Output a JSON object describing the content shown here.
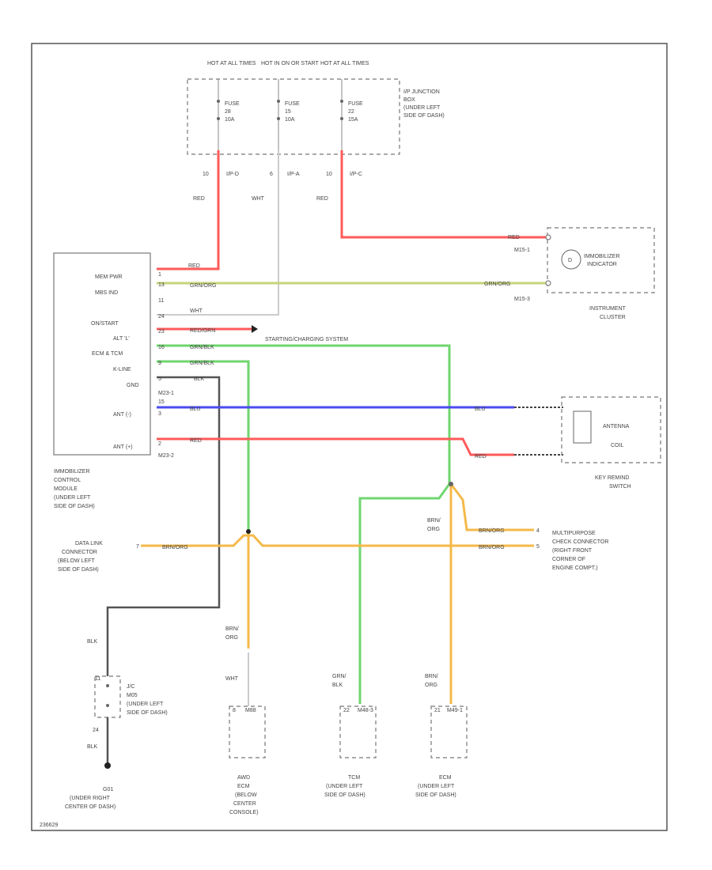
{
  "colors": {
    "red": "#ff5a5a",
    "white_wire": "#cccccc",
    "grn_org": "#c8d47a",
    "blu": "#4b4bf0",
    "grn_blk": "#6fd66f",
    "brn_org": "#f5b94a",
    "blk": "#555555"
  },
  "top": {
    "hot1": "HOT AT ALL TIMES",
    "hot2": "HOT IN ON OR START",
    "hot3": "HOT AT ALL TIMES",
    "fuse1": [
      "FUSE",
      "28",
      "10A"
    ],
    "fuse2": [
      "FUSE",
      "15",
      "10A"
    ],
    "fuse3": [
      "FUSE",
      "22",
      "15A"
    ],
    "junction": [
      "I/P JUNCTION",
      "BOX",
      "(UNDER LEFT",
      "SIDE OF DASH)"
    ],
    "pin1": "10",
    "conn1": "I/P-D",
    "pin2": "6",
    "conn2": "I/P-A",
    "pin3": "10",
    "conn3": "I/P-C",
    "wire1": "RED",
    "wire2": "WHT",
    "wire3": "RED"
  },
  "module": {
    "pins": [
      "MEM PWR",
      "MBS IND",
      "",
      "ON/START",
      "ALT 'L'",
      "ECM & TCM",
      "K-LINE",
      "GND",
      "",
      "ANT (-)",
      "",
      "ANT (+)"
    ],
    "nums": [
      "1",
      "13",
      "11",
      "24",
      "23",
      "16",
      "9",
      "5",
      "15",
      "3",
      "",
      "2"
    ],
    "wires": [
      "RED",
      "GRN/ORG",
      "",
      "WHT",
      "RED/GRN",
      "GRN/BLK",
      "GRN/BLK",
      "BLK"
    ],
    "connector_top": "M23-1",
    "connector_bot": "M23-2",
    "ant_neg_wire": "BLU",
    "ant_pos_wire": "RED",
    "name": [
      "IMMOBILIZER",
      "CONTROL",
      "MODULE",
      "(UNDER LEFT",
      "SIDE OF DASH)"
    ]
  },
  "cluster": {
    "wire_red": "RED",
    "wire_grn": "GRN/ORG",
    "conn1": "M15-1",
    "conn2": "M15-3",
    "indicator": [
      "IMMOBILIZER",
      "INDICATOR"
    ],
    "name": [
      "INSTRUMENT",
      "CLUSTER"
    ]
  },
  "starting": "STARTING/CHARGING SYSTEM",
  "antenna": {
    "wire_blu": "BLU",
    "wire_red": "RED",
    "coil": [
      "ANTENNA",
      "COIL"
    ],
    "name": [
      "KEY REMIND",
      "SWITCH"
    ]
  },
  "dlc": {
    "pin": "7",
    "wire": "BRN/ORG",
    "name": [
      "DATA LINK",
      "CONNECTOR",
      "(BELOW LEFT",
      "SIDE OF DASH)"
    ]
  },
  "multipurpose": {
    "wire": "BRN/ORG",
    "wire2": "BRN/ORG",
    "pin1": "4",
    "pin2": "5",
    "splice_label": [
      "BRN/",
      "ORG"
    ],
    "name": [
      "MULTIPURPOSE",
      "CHECK CONNECTOR",
      "(RIGHT FRONT",
      "CORNER OF",
      "ENGINE COMPT.)"
    ]
  },
  "ground": {
    "wire_top": "BLK",
    "pins": [
      "11",
      "24"
    ],
    "jc": [
      "J/C",
      "M05",
      "(UNDER LEFT",
      "SIDE OF DASH)"
    ],
    "wire_bot": "BLK",
    "g": [
      "G01",
      "(UNDER RIGHT",
      "CENTER OF DASH)"
    ]
  },
  "bottom": {
    "absecm": {
      "wire1": [
        "BRN/",
        "ORG"
      ],
      "wire2": "WHT",
      "pin": "8",
      "conn": "M88",
      "name": [
        "AWD",
        "ECM",
        "(BELOW",
        "CENTER",
        "CONSOLE)"
      ]
    },
    "tcm": {
      "wire": [
        "GRN/",
        "BLK"
      ],
      "pin": "22",
      "conn": "M48-3",
      "name": [
        "TCM",
        "(UNDER LEFT",
        "SIDE OF DASH)"
      ]
    },
    "ecm": {
      "wire": [
        "BRN/",
        "ORG"
      ],
      "pin": "21",
      "conn": "M49-1",
      "name": [
        "ECM",
        "(UNDER LEFT",
        "SIDE OF DASH)"
      ]
    }
  },
  "footer": "236629"
}
